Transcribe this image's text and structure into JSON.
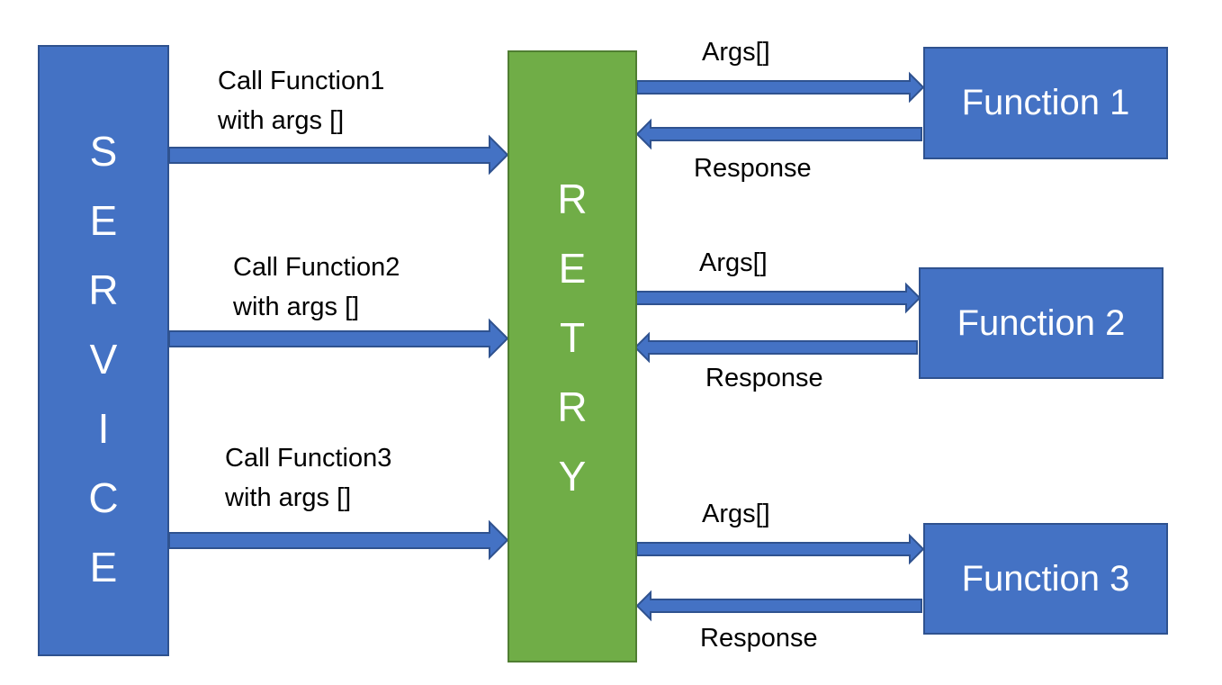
{
  "service": {
    "letters": [
      "S",
      "E",
      "R",
      "V",
      "I",
      "C",
      "E"
    ]
  },
  "retry": {
    "letters": [
      "R",
      "E",
      "T",
      "R",
      "Y"
    ]
  },
  "calls": [
    {
      "line1": "Call Function1",
      "line2": "with args []"
    },
    {
      "line1": "Call Function2",
      "line2": "with args []"
    },
    {
      "line1": "Call Function3",
      "line2": "with args []"
    }
  ],
  "functions": [
    {
      "label": "Function 1",
      "args_label": "Args[]",
      "response_label": "Response"
    },
    {
      "label": "Function 2",
      "args_label": "Args[]",
      "response_label": "Response"
    },
    {
      "label": "Function 3",
      "args_label": "Args[]",
      "response_label": "Response"
    }
  ],
  "colors": {
    "blue_fill": "#4472c4",
    "blue_border": "#2f528f",
    "green_fill": "#70ad47",
    "green_border": "#507e32"
  }
}
